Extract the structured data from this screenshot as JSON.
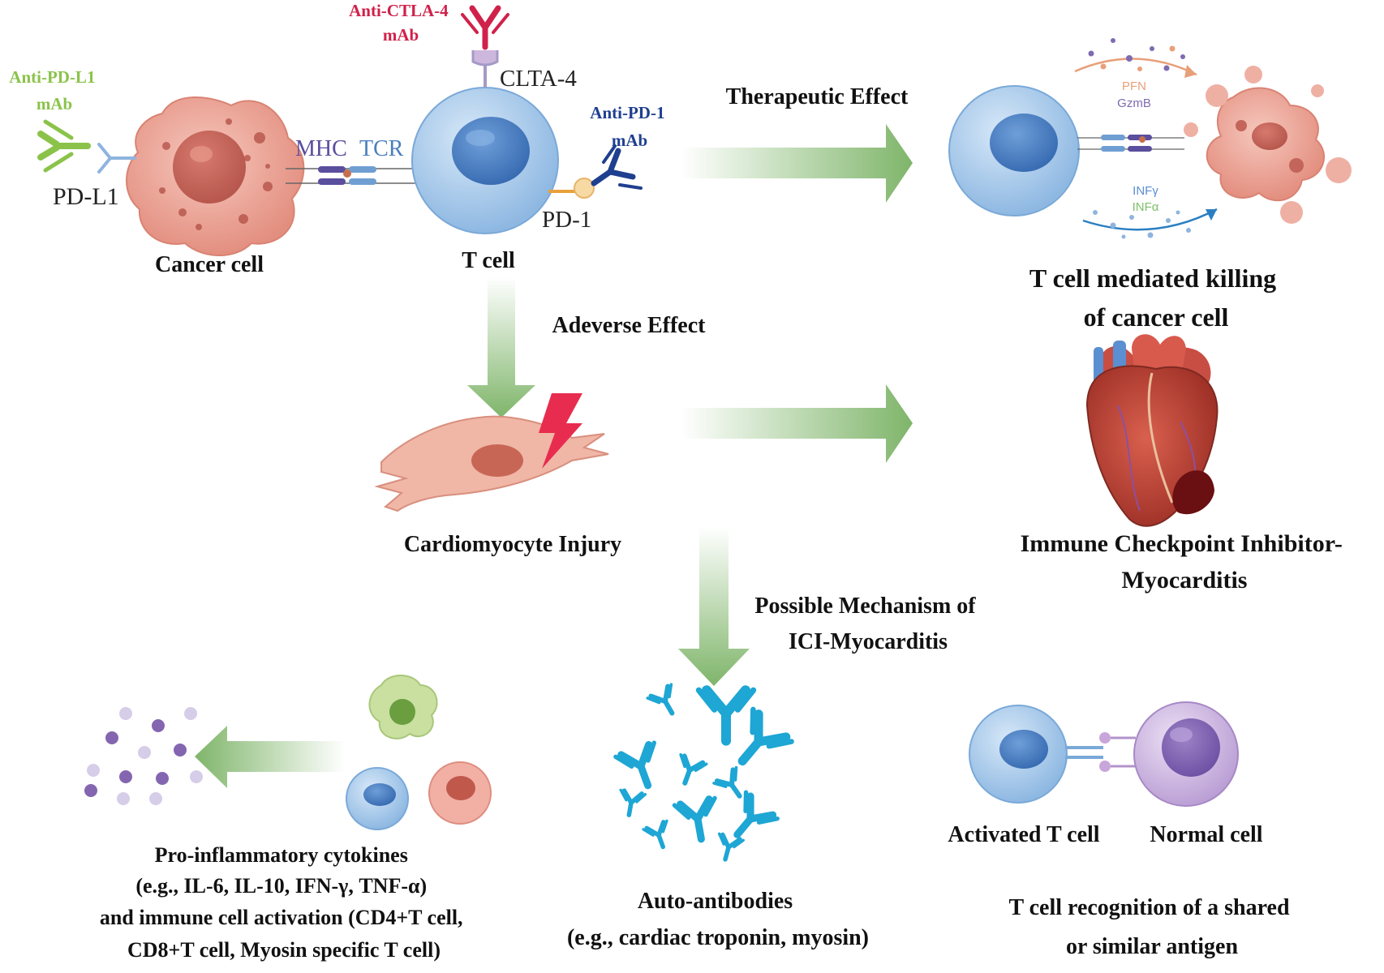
{
  "antibodies": {
    "anti_pdl1": [
      "Anti-PD-L1",
      "mAb"
    ],
    "anti_ctla4": [
      "Anti-CTLA-4",
      "mAb"
    ],
    "anti_pd1": [
      "Anti-PD-1",
      "mAb"
    ]
  },
  "receptors": {
    "pdl1": "PD-L1",
    "mhc": "MHC",
    "tcr": "TCR",
    "ctla4": "CLTA-4",
    "pd1": "PD-1"
  },
  "cells": {
    "cancer_cell": "Cancer cell",
    "t_cell": "T cell",
    "cardiomyocyte": "Cardiomyocyte Injury",
    "activated_t_cell": "Activated T cell",
    "normal_cell": "Normal cell"
  },
  "arrows": {
    "therapeutic": "Therapeutic Effect",
    "adverse": "Adeverse Effect",
    "mechanism": [
      "Possible Mechanism of",
      "ICI-Myocarditis"
    ]
  },
  "cytotoxic": {
    "pfn": "PFN",
    "gzmb": "GzmB",
    "infg": "INFγ",
    "infa": "INFα"
  },
  "outcomes": {
    "killing": [
      "T cell mediated killing",
      "of cancer cell"
    ],
    "myocarditis": [
      "Immune Checkpoint Inhibitor-",
      "Myocarditis"
    ]
  },
  "mechanisms": {
    "cytokines": [
      "Pro-inflammatory cytokines",
      "(e.g., IL-6, IL-10, IFN-γ, TNF-α)",
      "and immune cell activation (CD4+T cell,",
      "CD8+T cell, Myosin specific T cell)"
    ],
    "autoantibodies": [
      "Auto-antibodies",
      "(e.g., cardiac troponin, myosin)"
    ],
    "recognition": [
      "T cell recognition of a shared",
      "or similar antigen"
    ]
  },
  "colors": {
    "arrow_green": "#7fb56a",
    "cancer": "#e89a8c",
    "tcell": "#9cc3e8",
    "pdl1_antibody": "#8bc34a",
    "ctla4_antibody": "#d0214a",
    "pd1_antibody": "#1f3f8f",
    "autoantibody": "#1ea6d4"
  }
}
